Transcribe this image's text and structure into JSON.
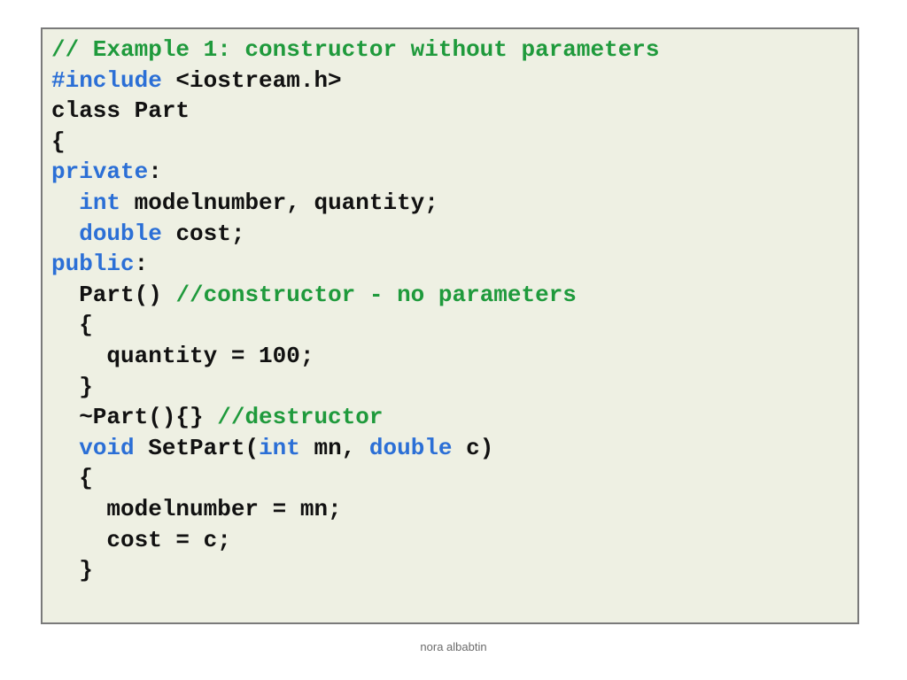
{
  "code": {
    "lines": [
      [
        {
          "t": "comment",
          "text": "// Example 1: constructor without parameters"
        }
      ],
      [
        {
          "t": "keyword",
          "text": "#include"
        },
        {
          "t": "plain",
          "text": " <iostream.h>"
        }
      ],
      [
        {
          "t": "plain",
          "text": "class Part"
        }
      ],
      [
        {
          "t": "plain",
          "text": "{"
        }
      ],
      [
        {
          "t": "keyword",
          "text": "private"
        },
        {
          "t": "plain",
          "text": ":"
        }
      ],
      [
        {
          "t": "plain",
          "text": "  "
        },
        {
          "t": "keyword",
          "text": "int"
        },
        {
          "t": "plain",
          "text": " modelnumber, quantity;"
        }
      ],
      [
        {
          "t": "plain",
          "text": "  "
        },
        {
          "t": "keyword",
          "text": "double"
        },
        {
          "t": "plain",
          "text": " cost;"
        }
      ],
      [
        {
          "t": "keyword",
          "text": "public"
        },
        {
          "t": "plain",
          "text": ":"
        }
      ],
      [
        {
          "t": "plain",
          "text": "  Part() "
        },
        {
          "t": "comment",
          "text": "//constructor - no parameters"
        }
      ],
      [
        {
          "t": "plain",
          "text": "  {"
        }
      ],
      [
        {
          "t": "plain",
          "text": "    quantity = 100;"
        }
      ],
      [
        {
          "t": "plain",
          "text": "  }"
        }
      ],
      [
        {
          "t": "plain",
          "text": "  ~Part(){} "
        },
        {
          "t": "comment",
          "text": "//destructor"
        }
      ],
      [
        {
          "t": "plain",
          "text": "  "
        },
        {
          "t": "keyword",
          "text": "void"
        },
        {
          "t": "plain",
          "text": " SetPart("
        },
        {
          "t": "keyword",
          "text": "int"
        },
        {
          "t": "plain",
          "text": " mn, "
        },
        {
          "t": "keyword",
          "text": "double"
        },
        {
          "t": "plain",
          "text": " c)"
        }
      ],
      [
        {
          "t": "plain",
          "text": "  {"
        }
      ],
      [
        {
          "t": "plain",
          "text": "    modelnumber = mn;"
        }
      ],
      [
        {
          "t": "plain",
          "text": "    cost = c;"
        }
      ],
      [
        {
          "t": "plain",
          "text": "  }"
        }
      ]
    ]
  },
  "footer": {
    "author": "nora albabtin"
  },
  "colors": {
    "comment": "#1f9a3c",
    "keyword": "#2b6fd6",
    "plain": "#111111",
    "background": "#eef0e3",
    "border": "#7a7a7a"
  }
}
